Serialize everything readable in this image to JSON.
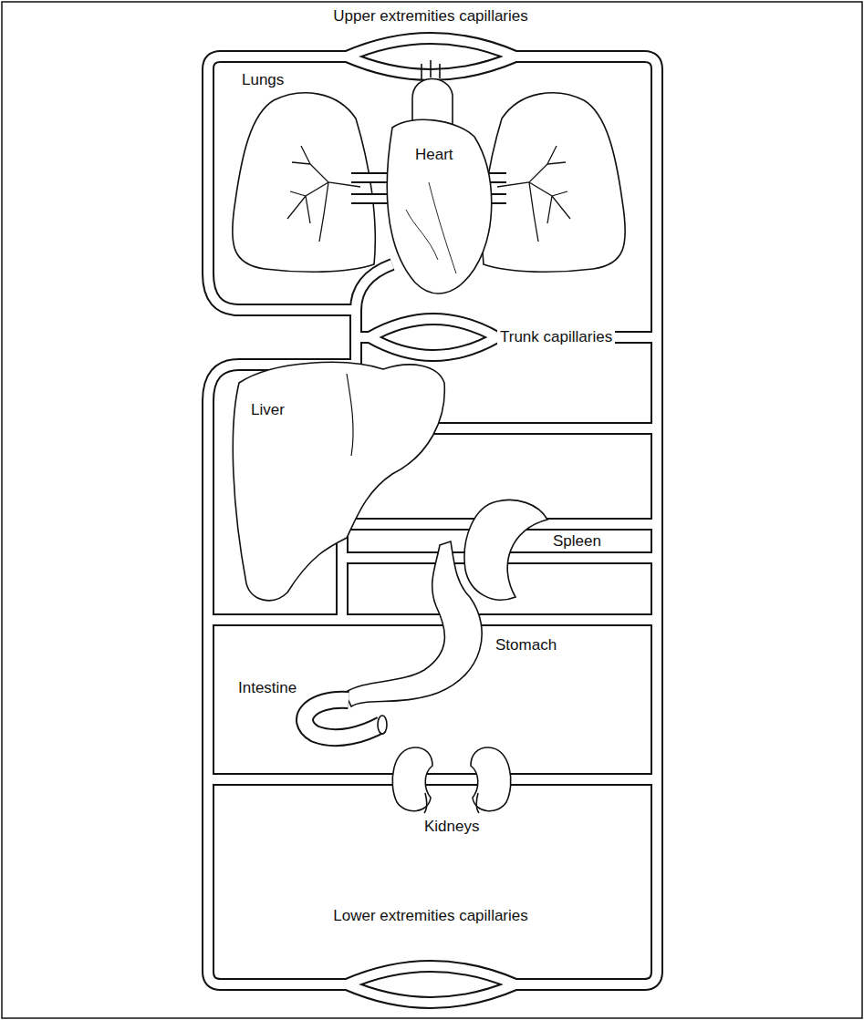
{
  "diagram": {
    "labels": [
      "Upper extremities capillaries",
      "Lungs",
      "Heart",
      "Trunk capillaries",
      "Liver",
      "Spleen",
      "Stomach",
      "Intestine",
      "Kidneys",
      "Lower extremities capillaries"
    ]
  }
}
